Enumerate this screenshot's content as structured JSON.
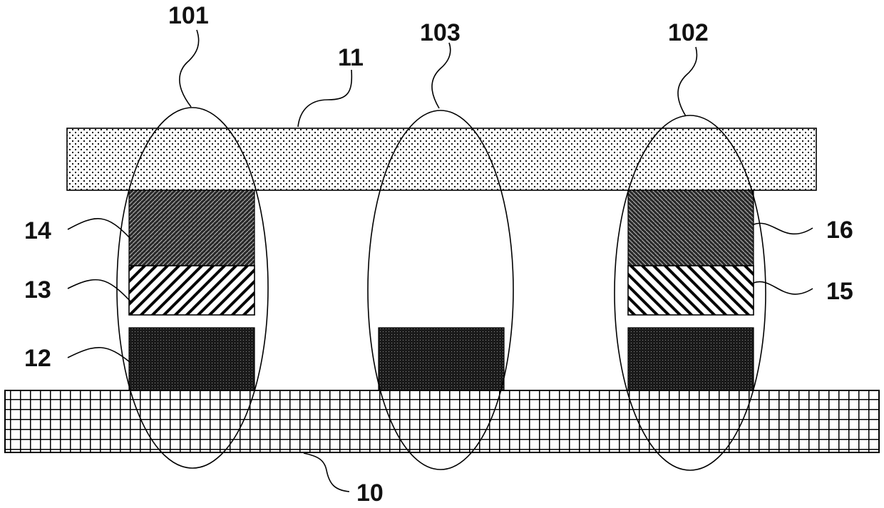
{
  "labels": {
    "region_101": "101",
    "region_102": "102",
    "region_103": "103",
    "layer_11": "11",
    "layer_10": "10",
    "layer_12": "12",
    "layer_13": "13",
    "layer_14": "14",
    "layer_15": "15",
    "layer_16": "16"
  },
  "colors": {
    "line": "#000000",
    "background": "#ffffff"
  }
}
